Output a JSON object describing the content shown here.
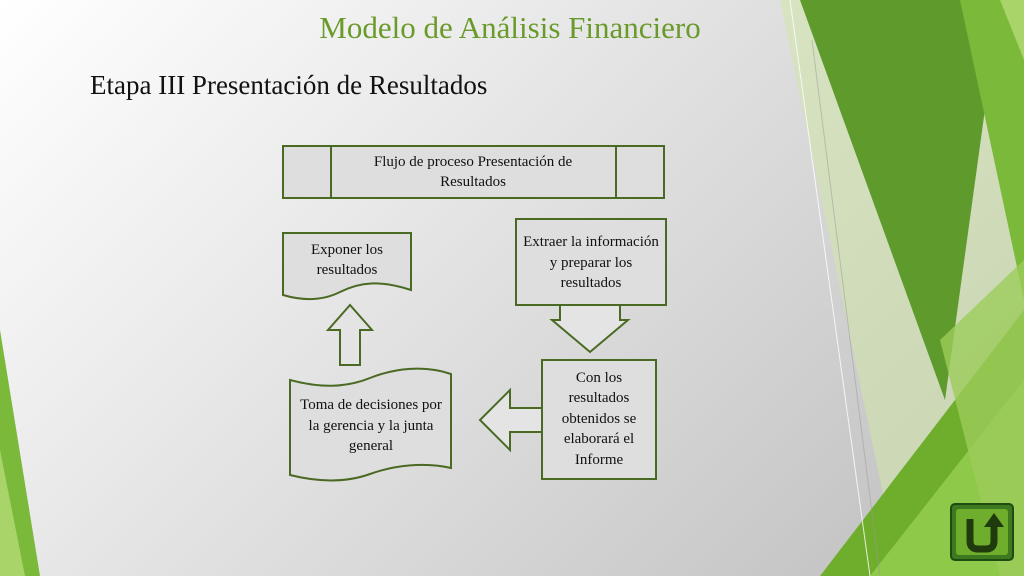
{
  "slide": {
    "title": "Modelo de Análisis Financiero",
    "subtitle": "Etapa III Presentación de Resultados"
  },
  "diagram": {
    "header": "Flujo de proceso Presentación de Resultados",
    "steps": {
      "extraer": "Extraer la información y preparar los resultados",
      "informe": "Con los resultados obtenidos se elaborará el Informe",
      "decisiones": "Toma de decisiones por la gerencia y la junta general",
      "exponer": "Exponer los resultados"
    }
  },
  "colors": {
    "title": "#6a9a2a",
    "border": "#4a6a24",
    "box_fill": "#dedede",
    "accent_green": "#6fae2c"
  },
  "icons": {
    "nav_button": "return-arrow-icon"
  }
}
